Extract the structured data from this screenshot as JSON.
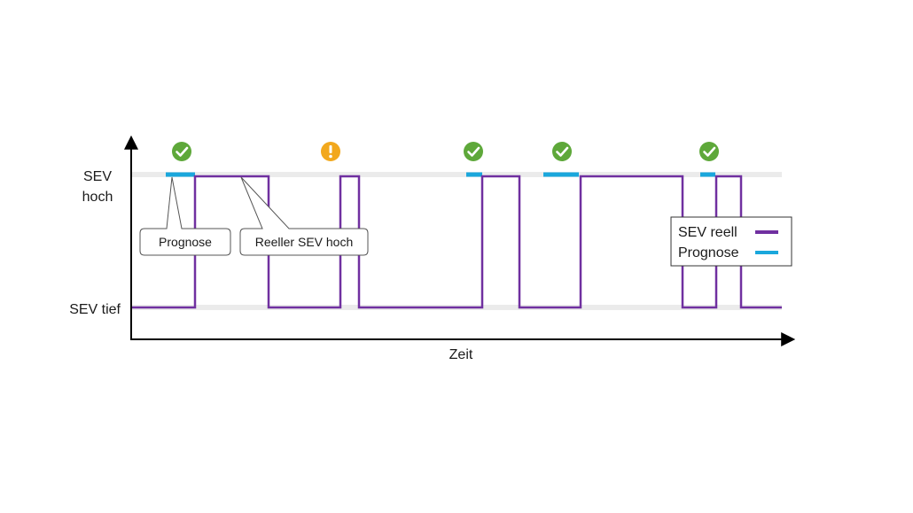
{
  "y_axis": {
    "high_label_line1": "SEV",
    "high_label_line2": "hoch",
    "low_label": "SEV tief"
  },
  "x_axis": {
    "label": "Zeit"
  },
  "callouts": {
    "prognose": "Prognose",
    "reeller": "Reeller SEV hoch"
  },
  "legend": {
    "reell_label": "SEV reell",
    "prognose_label": "Prognose"
  },
  "colors": {
    "reell": "#7030a0",
    "prognose": "#1aa7dc",
    "ok": "#5ea83a",
    "warn": "#f2a81d",
    "band": "#ebebeb",
    "axis": "#000000"
  },
  "signal_reell": {
    "levels": [
      "tief",
      "hoch"
    ],
    "segments": [
      {
        "level": "tief",
        "from": 0,
        "to": 71
      },
      {
        "level": "hoch",
        "from": 71,
        "to": 154
      },
      {
        "level": "tief",
        "from": 154,
        "to": 235
      },
      {
        "level": "hoch",
        "from": 235,
        "to": 256
      },
      {
        "level": "tief",
        "from": 256,
        "to": 395
      },
      {
        "level": "hoch",
        "from": 395,
        "to": 437
      },
      {
        "level": "tief",
        "from": 437,
        "to": 506
      },
      {
        "level": "hoch",
        "from": 506,
        "to": 621
      },
      {
        "level": "tief",
        "from": 621,
        "to": 659
      },
      {
        "level": "hoch",
        "from": 659,
        "to": 687
      },
      {
        "level": "tief",
        "from": 687,
        "to": 733
      }
    ]
  },
  "signal_prognose": [
    {
      "from": 38,
      "to": 71
    },
    {
      "from": 377,
      "to": 395
    },
    {
      "from": 464,
      "to": 504
    },
    {
      "from": 641,
      "to": 658
    }
  ],
  "status_markers": [
    {
      "type": "ok",
      "at": 56
    },
    {
      "type": "warn",
      "at": 224
    },
    {
      "type": "ok",
      "at": 385
    },
    {
      "type": "ok",
      "at": 485
    },
    {
      "type": "ok",
      "at": 651
    }
  ]
}
